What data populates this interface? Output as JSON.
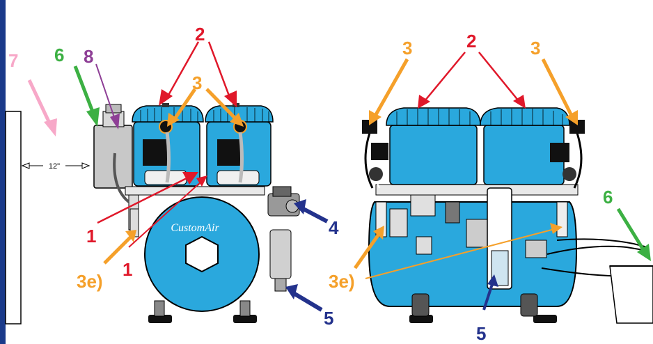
{
  "colors": {
    "body_blue": "#2aa8dd",
    "frame_blue": "#1a3a8a",
    "red": "#e0182a",
    "orange": "#f5a02a",
    "green": "#3cb043",
    "purple": "#8e3f96",
    "pink": "#f7a8c8",
    "navy": "#23328c"
  },
  "dimension_label": "12\"",
  "brand_label": "CustomAir",
  "callouts": {
    "c7": "7",
    "c6_left": "6",
    "c8": "8",
    "c2_left": "2",
    "c3_left": "3",
    "c1_a": "1",
    "c1_b": "1",
    "c3e_left": "3e)",
    "c4": "4",
    "c5_left": "5",
    "c3_right_a": "3",
    "c2_right": "2",
    "c3_right_b": "3",
    "c6_right": "6",
    "c3e_right": "3e)",
    "c5_right": "5"
  }
}
